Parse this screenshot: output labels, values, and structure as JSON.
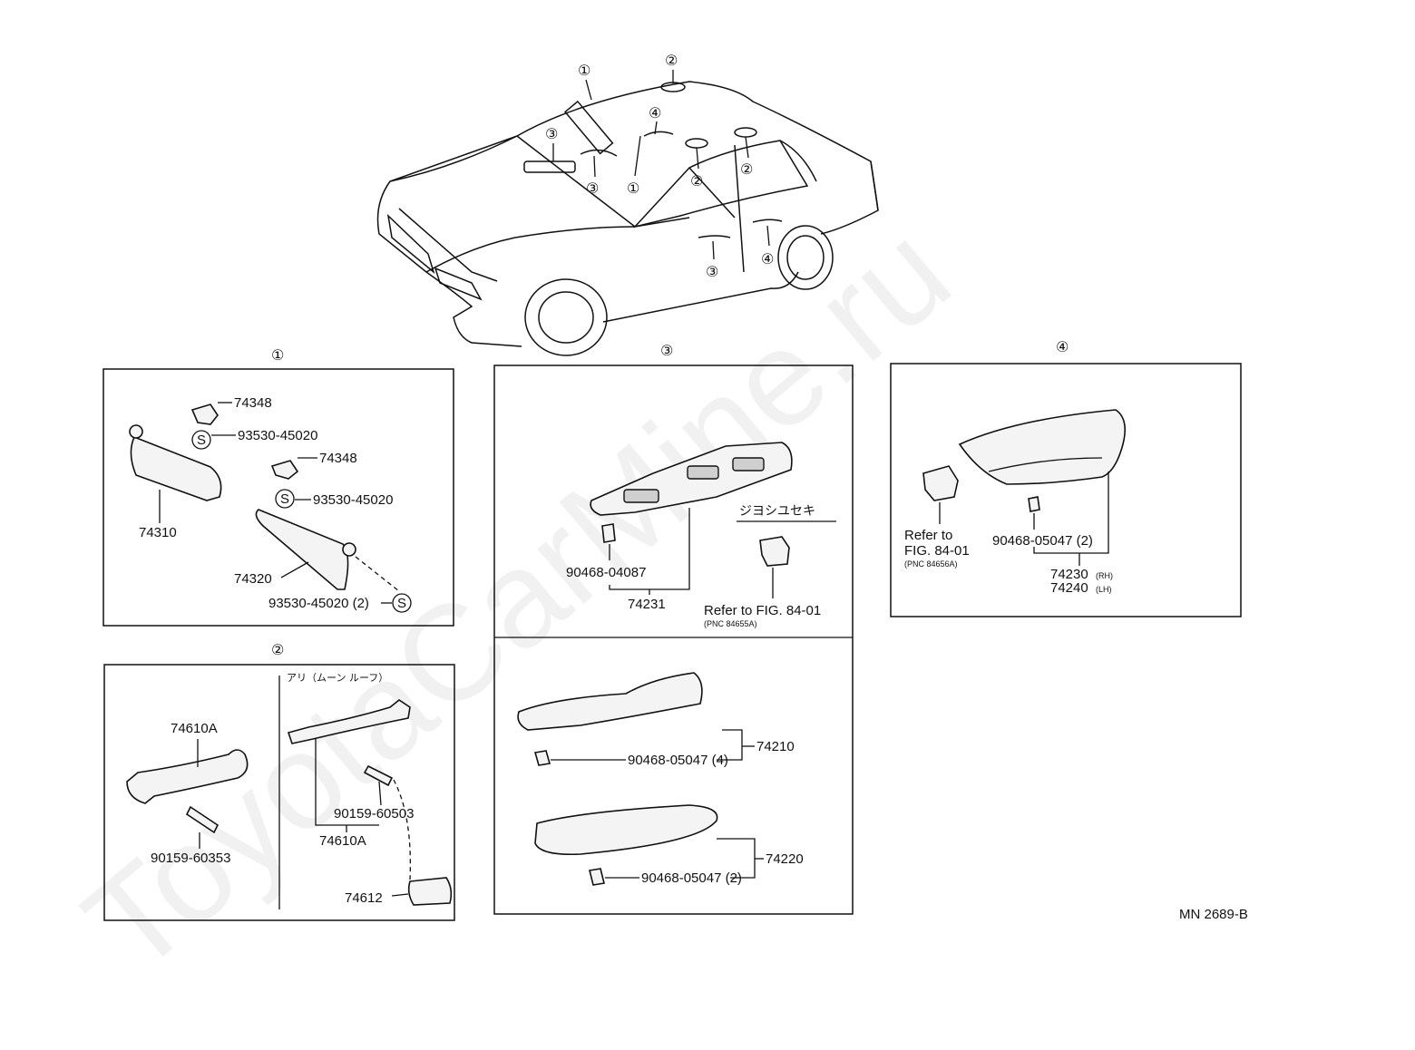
{
  "watermark": "ToyotaCarMine.ru",
  "drawing_code": "MN 2689-B",
  "markers": {
    "m1": "①",
    "m2": "②",
    "m3": "③",
    "m4": "④",
    "s": "S"
  },
  "panel1": {
    "p74348a": "74348",
    "p93530a": "93530-45020",
    "p74348b": "74348",
    "p93530b": "93530-45020",
    "p74310": "74310",
    "p74320": "74320",
    "p93530c": "93530-45020 (2)"
  },
  "panel2": {
    "p74610a_left": "74610A",
    "p90159_60353": "90159-60353",
    "moonroof_note": "アリ（ムーン ルーフ）",
    "p90159_60503": "90159-60503",
    "p74610a_right": "74610A",
    "p74612": "74612"
  },
  "panel3": {
    "p90468_04087": "90468-04087",
    "p74231": "74231",
    "passenger_note": "ジヨシユセキ",
    "refer": "Refer to FIG. 84-01",
    "refer_pnc": "(PNC 84655A)",
    "p90468_05047_4": "90468-05047 (4)",
    "p74210": "74210",
    "p90468_05047_2": "90468-05047 (2)",
    "p74220": "74220"
  },
  "panel4": {
    "refer_line1": "Refer to",
    "refer_line2": "FIG. 84-01",
    "refer_pnc": "(PNC 84656A)",
    "p90468_05047_2": "90468-05047 (2)",
    "p74230": "74230",
    "rh": "(RH)",
    "p74240": "74240",
    "lh": "(LH)"
  }
}
